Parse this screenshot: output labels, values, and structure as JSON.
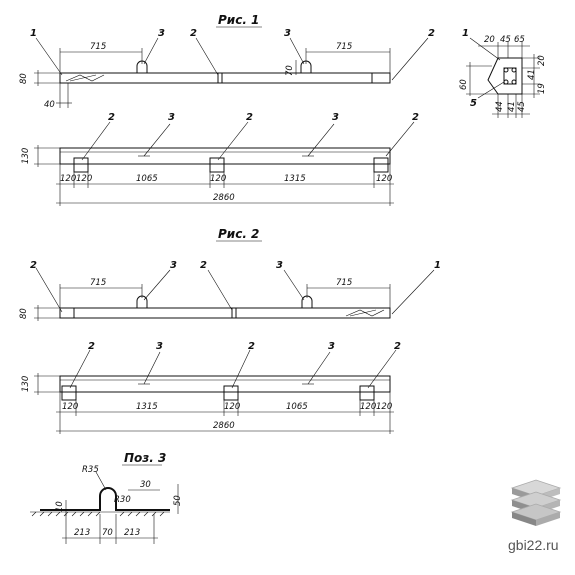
{
  "figure1": {
    "title": "Рис. 1",
    "top_view": {
      "dims": [
        "715",
        "715",
        "80",
        "70",
        "40"
      ],
      "callouts": [
        "1",
        "3",
        "2",
        "3",
        "2"
      ]
    },
    "side_view": {
      "dims": [
        "130",
        "120",
        "120",
        "1065",
        "120",
        "1315",
        "120",
        "2860"
      ],
      "callouts": [
        "2",
        "3",
        "2",
        "3",
        "2"
      ]
    }
  },
  "section": {
    "dims": [
      "20",
      "45",
      "65",
      "60",
      "20",
      "41",
      "19",
      "44",
      "41",
      "45"
    ],
    "callouts": [
      "1",
      "5"
    ]
  },
  "figure2": {
    "title": "Рис. 2",
    "top_view": {
      "dims": [
        "715",
        "715",
        "80"
      ],
      "callouts": [
        "2",
        "3",
        "2",
        "3",
        "1"
      ]
    },
    "side_view": {
      "dims": [
        "130",
        "120",
        "1315",
        "120",
        "1065",
        "120",
        "120",
        "2860"
      ],
      "callouts": [
        "2",
        "3",
        "2",
        "3",
        "2"
      ]
    }
  },
  "detail": {
    "title": "Поз. 3",
    "dims": [
      "R35",
      "R30",
      "30",
      "10",
      "50",
      "213",
      "70",
      "213"
    ]
  },
  "watermark": {
    "text": "gbi22.ru"
  }
}
